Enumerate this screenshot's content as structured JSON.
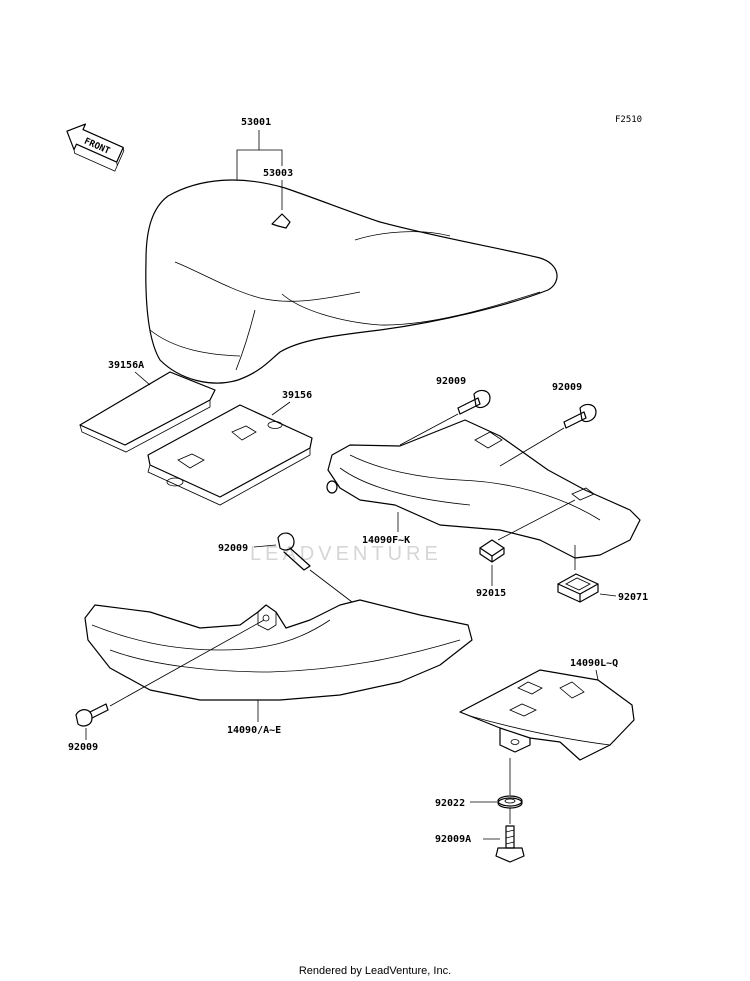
{
  "diagram_code": "F2510",
  "front_label": "FRONT",
  "watermark": "LEADVENTURE",
  "footer": "Rendered by LeadVenture, Inc.",
  "parts": {
    "seat": "53001",
    "seat_label_sticker": "53003",
    "pad_a": "39156A",
    "pad": "39156",
    "bolt_upper_left": "92009",
    "bolt_upper_right": "92009",
    "cover_rear": "14090F~K",
    "bolt_middle": "92009",
    "clip_nut": "92015",
    "grommet": "92071",
    "cover_side": "14090/A~E",
    "bolt_lower": "92009",
    "cover_bracket": "14090L~Q",
    "washer": "92022",
    "bolt_bracket": "92009A"
  }
}
